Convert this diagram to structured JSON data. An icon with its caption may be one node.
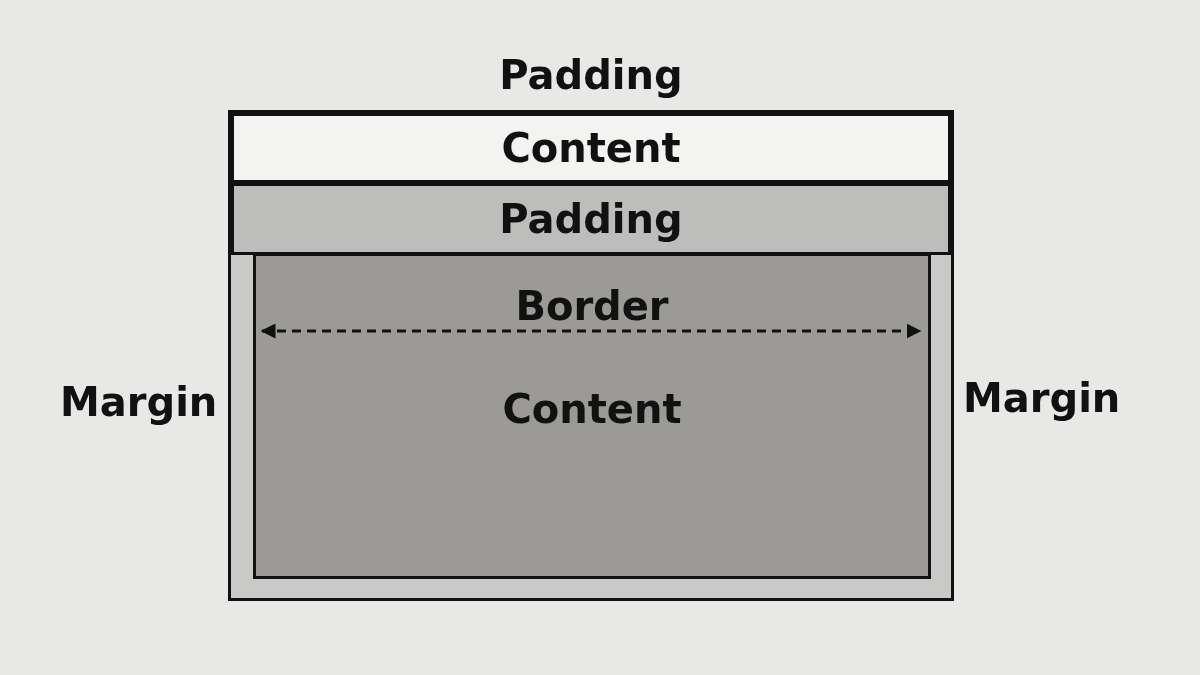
{
  "diagram": {
    "nodes": [
      {
        "text": [
          "Padding"
        ]
      },
      {
        "text": [
          "Content"
        ],
        "in": 0
      },
      {
        "text": [
          "Padding"
        ],
        "in": 0
      },
      {
        "text": [
          "Border",
          "Content"
        ],
        "in": 0
      }
    ],
    "labels": [
      "Margin",
      "Margin"
    ]
  }
}
